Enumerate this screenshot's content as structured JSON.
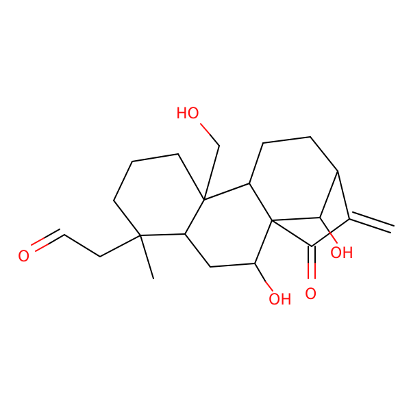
{
  "molecule": {
    "colors": {
      "bond": "#000000",
      "oxygen": "#FF0D0D",
      "background": "#FFFFFF"
    },
    "atom_labels": {
      "hydroxymethyl_oh": "HO",
      "aldehyde_o": "O",
      "c7_oh": "OH",
      "bridge_oh": "OH",
      "ketone_o": "O"
    }
  }
}
